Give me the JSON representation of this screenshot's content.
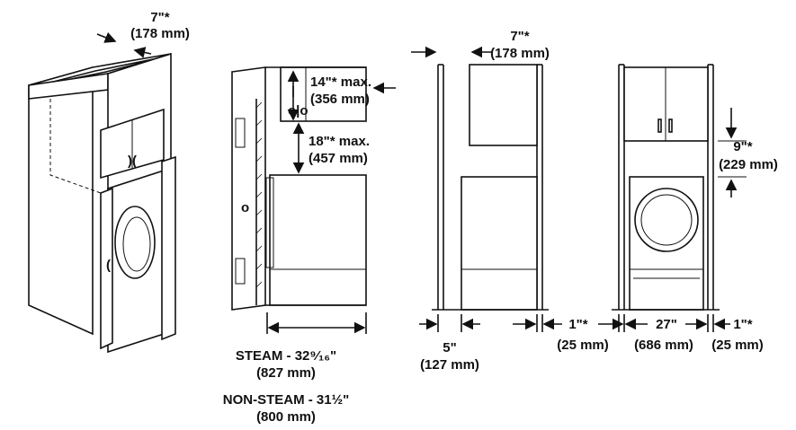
{
  "labels": {
    "top_depth_in": "7\"*",
    "top_depth_mm": "(178 mm)",
    "side_cab_in": "14\"* max.",
    "side_cab_mm": "(356 mm)",
    "side_gap_in": "18\"* max.",
    "side_gap_mm": "(457 mm)",
    "front_top_in": "7\"*",
    "front_top_mm": "(178 mm)",
    "right_gap_in": "9\"*",
    "right_gap_mm": "(229 mm)",
    "steam": "STEAM - 32⁹⁄₁₆\"",
    "steam_mm": "(827 mm)",
    "nonsteam": "NON-STEAM - 31½\"",
    "nonsteam_mm": "(800 mm)",
    "left_clear_in": "5\"",
    "left_clear_mm": "(127 mm)",
    "side_clear_left_in": "1\"*",
    "side_clear_left_mm": "(25 mm)",
    "width_in": "27\"",
    "width_mm": "(686 mm)",
    "side_clear_right_in": "1\"*",
    "side_clear_right_mm": "(25 mm)"
  }
}
